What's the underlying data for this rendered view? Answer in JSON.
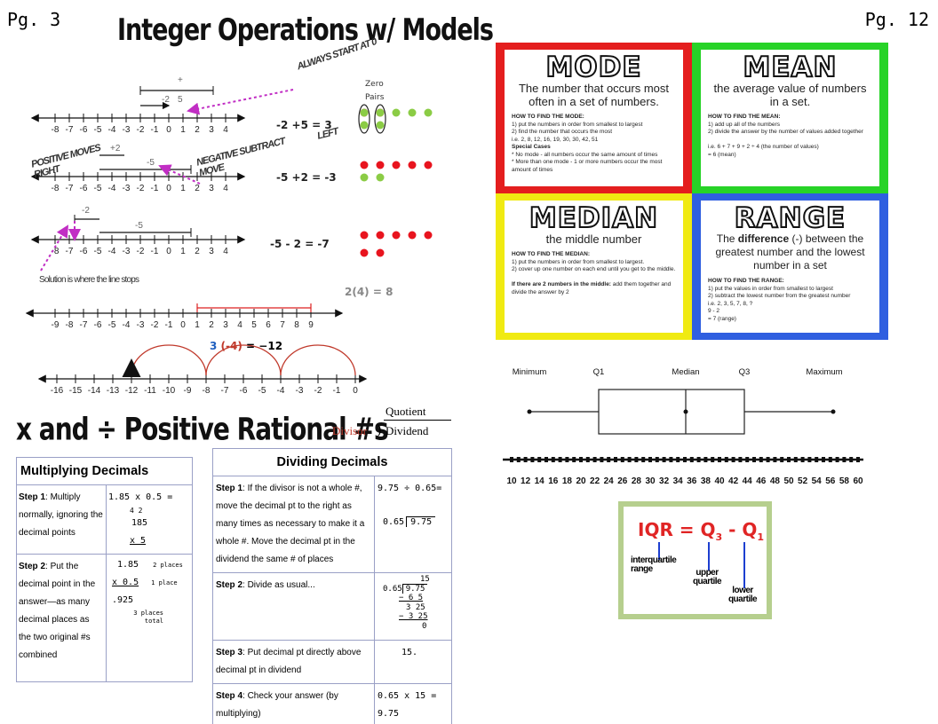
{
  "pages": {
    "left": "Pg. 3",
    "right": "Pg. 12"
  },
  "left_section": {
    "title": "Integer Operations w/ Models",
    "annotations": {
      "always_start": "ALWAYS START AT 0",
      "zero_pairs": "Zero Pairs",
      "positive_moves": "POSITIVE MOVES RIGHT",
      "negative_subtract": "NEGATIVE SUBTRACT MOVE",
      "left": "LEFT",
      "solution": "Solution is where the line stops"
    },
    "equations": [
      "-2 +5 = 3",
      "-5 +2 = -3",
      "-5 - 2 = -7",
      "2(4) = 8"
    ],
    "numberline_ticks": [
      "-8",
      "-7",
      "-6",
      "-5",
      "-4",
      "-3",
      "-2",
      "-1",
      "0",
      "1",
      "2",
      "3",
      "4"
    ],
    "line1_labels": {
      "plus": "+",
      "a": "-2",
      "b": "5"
    },
    "line2_labels": {
      "a": "+2",
      "b": "-5"
    },
    "line3_labels": {
      "a": "-2",
      "b": "-5"
    },
    "numberline4_ticks": [
      "-9",
      "-8",
      "-7",
      "-6",
      "-5",
      "-4",
      "-3",
      "-2",
      "-1",
      "0",
      "1",
      "2",
      "3",
      "4",
      "5",
      "6",
      "7",
      "8",
      "9"
    ],
    "numberline5_ticks": [
      "-16",
      "-15",
      "-14",
      "-13",
      "-12",
      "-11",
      "-10",
      "-9",
      "-8",
      "-7",
      "-6",
      "-5",
      "-4",
      "-3",
      "-2",
      "-1",
      "0"
    ],
    "mult_eq_parts": [
      "3",
      "(-4)",
      "=",
      "−12"
    ]
  },
  "rational_section": {
    "title": "x and ÷ Positive Rational #s",
    "quotient": "Quotient",
    "divisor": "Divisor",
    "dividend": "Dividend"
  },
  "multiplying": {
    "header": "Multiplying Decimals",
    "step1_label": "Step 1",
    "step1_text": ": Multiply normally, ignoring the decimal points",
    "step1_example": [
      "1.85 x 0.5 =",
      "4 2",
      "185",
      "x   5"
    ],
    "step2_label": "Step 2",
    "step2_text": ": Put the decimal point in the answer—as many decimal places as the two original #s combined",
    "step2_example": [
      "1.85",
      "2 places",
      "x   0.5",
      "1 place",
      ".925",
      "3 places total"
    ]
  },
  "dividing": {
    "header": "Dividing Decimals",
    "step1_label": "Step 1",
    "step1_text": ": If the divisor is not a whole #, move the decimal pt to the right as many times as necessary to make it a whole #. Move the decimal pt in the dividend the same # of places",
    "step1_example": "9.75 ÷ 0.65=",
    "step1_div": [
      "0.65",
      "9.75"
    ],
    "step2_label": "Step 2",
    "step2_text": ": Divide as usual...",
    "step2_work": [
      "15",
      "0.65",
      "9.75",
      "− 6 5",
      "3 25",
      "− 3 25",
      "0"
    ],
    "step3_label": "Step 3",
    "step3_text": ": Put decimal pt directly above decimal pt in dividend",
    "step3_example": "15.",
    "step4_label": "Step 4",
    "step4_text": ": Check your answer (by multiplying)",
    "step4_example": "0.65 x 15 = 9.75"
  },
  "posters": {
    "mode": {
      "title": "MODE",
      "subtitle": "The number that occurs most often in a set of numbers.",
      "how": "HOW TO FIND THE MODE:",
      "steps": [
        "1) put the numbers in order from smallest to largest",
        "2) find the number that occurs the most"
      ],
      "example": "i.e. 2, 8, 12, 16, 19, 30, 30, 42, 51",
      "special": "Special Cases",
      "cases": [
        "* No mode - all numbers occur the same amount of times",
        "* More than one mode - 1 or more numbers occur the most amount of times"
      ]
    },
    "mean": {
      "title": "MEAN",
      "subtitle": "the average value of numbers in a set.",
      "how": "HOW TO FIND THE MEAN:",
      "steps": [
        "1) add up all of the numbers",
        "2) divide the answer by the number of values added together"
      ],
      "example": "i.e. 6 + 7 + 9 + 2 ÷ 4 (the number of values)",
      "result": "= 6 (mean)"
    },
    "median": {
      "title": "MEDIAN",
      "subtitle": "the middle number",
      "how": "HOW TO FIND THE MEDIAN:",
      "steps": [
        "1) put the numbers in order from smallest to largest.",
        "2) cover up one number on each end until you get to the middle."
      ],
      "special": "If there are 2 numbers in the middle:",
      "special_text": "add them together and divide the answer by 2"
    },
    "range": {
      "title": "RANGE",
      "subtitle_pre": "The ",
      "subtitle_bold": "difference",
      "subtitle_post": " (-) between the greatest number and the lowest number in a set",
      "how": "HOW TO FIND THE RANGE:",
      "steps": [
        "1) put the values in order from smallest to largest",
        "2) subtract the lowest number from the greatest number"
      ],
      "example": "i.e. 2, 3, 5, 7, 8, ?",
      "calc": [
        "9 - 2",
        "= 7 (range)"
      ]
    }
  },
  "boxplot": {
    "labels": [
      "Minimum",
      "Q1",
      "Median",
      "Q3",
      "Maximum"
    ],
    "axis_ticks": [
      "10",
      "12",
      "14",
      "16",
      "18",
      "20",
      "22",
      "24",
      "26",
      "28",
      "30",
      "32",
      "34",
      "36",
      "38",
      "40",
      "42",
      "44",
      "46",
      "48",
      "50",
      "52",
      "54",
      "56",
      "58",
      "60"
    ]
  },
  "iqr": {
    "formula": "IQR = Q3 - Q1",
    "f_iqr": "IQR = Q",
    "f_sub3": "3",
    "f_mid": " - Q",
    "f_sub1": "1",
    "labels": [
      "interquartile range",
      "upper quartile",
      "lower quartile"
    ]
  },
  "colors": {
    "mode": "#e41e1e",
    "mean": "#27d327",
    "median": "#f0ea12",
    "range": "#2f5fe0",
    "dot_red": "#e8141e",
    "dot_green": "#8bcc45",
    "arrow": "#c12ec4",
    "iqr_red": "#e02525",
    "iqr_blue": "#1d3fd0",
    "iqr_frame": "#b6cf8e"
  }
}
